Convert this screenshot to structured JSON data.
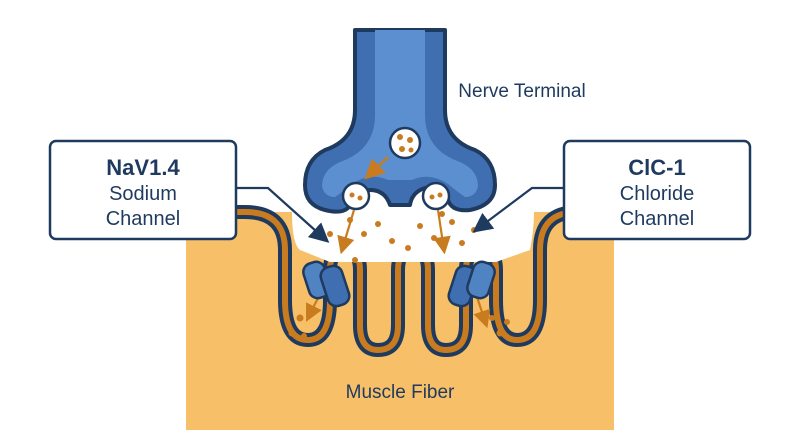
{
  "labels": {
    "nerve_terminal": "Nerve Terminal",
    "muscle_fiber": "Muscle Fiber",
    "left_callout": {
      "title": "NaV1.4",
      "line1": "Sodium",
      "line2": "Channel"
    },
    "right_callout": {
      "title": "ClC-1",
      "line1": "Chloride",
      "line2": "Channel"
    }
  },
  "colors": {
    "nerve_fill": "#3f6fb0",
    "nerve_inner": "#4f83c2",
    "outline": "#1f3a5f",
    "muscle_fill": "#f6bf68",
    "membrane_orange": "#c97c1f",
    "vesicle_dot": "#c97c1f",
    "arrow": "#c97c1f",
    "channel": "#4f83c2"
  },
  "icons": [
    "nerve-terminal-shape",
    "synaptic-vesicle-icon",
    "ion-channel-icon",
    "neurotransmitter-dot-icon",
    "release-arrow-icon"
  ]
}
